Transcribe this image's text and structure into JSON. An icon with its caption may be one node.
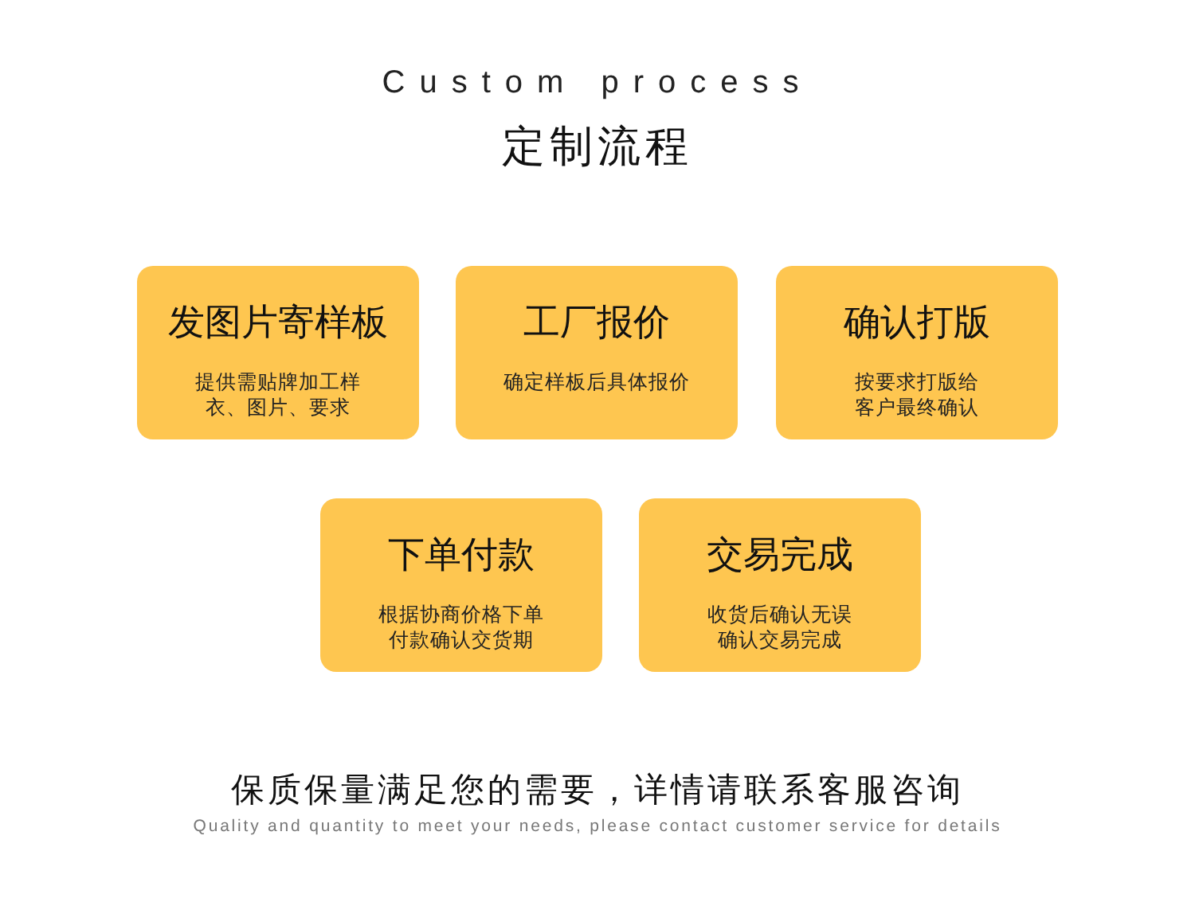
{
  "diagram": {
    "title": "定制流程",
    "caption": "保质保量满足您的需要，详情请联系客服咨询",
    "nodes": [
      {
        "text": [
          "发图片寄样板",
          "提供需贴牌加工样衣、图片、要求"
        ]
      },
      {
        "text": [
          "工厂报价",
          "确定样板后具体报价"
        ]
      },
      {
        "text": [
          "确认打版",
          "按要求打版给客户最终确认"
        ]
      },
      {
        "text": [
          "下单付款",
          "根据协商价格下单付款确认交货期"
        ]
      },
      {
        "text": [
          "交易完成",
          "收货后确认无误确认交易完成"
        ]
      }
    ],
    "labels": [
      "Custom process",
      "Quality and quantity to meet your needs, please contact customer service for details"
    ]
  }
}
